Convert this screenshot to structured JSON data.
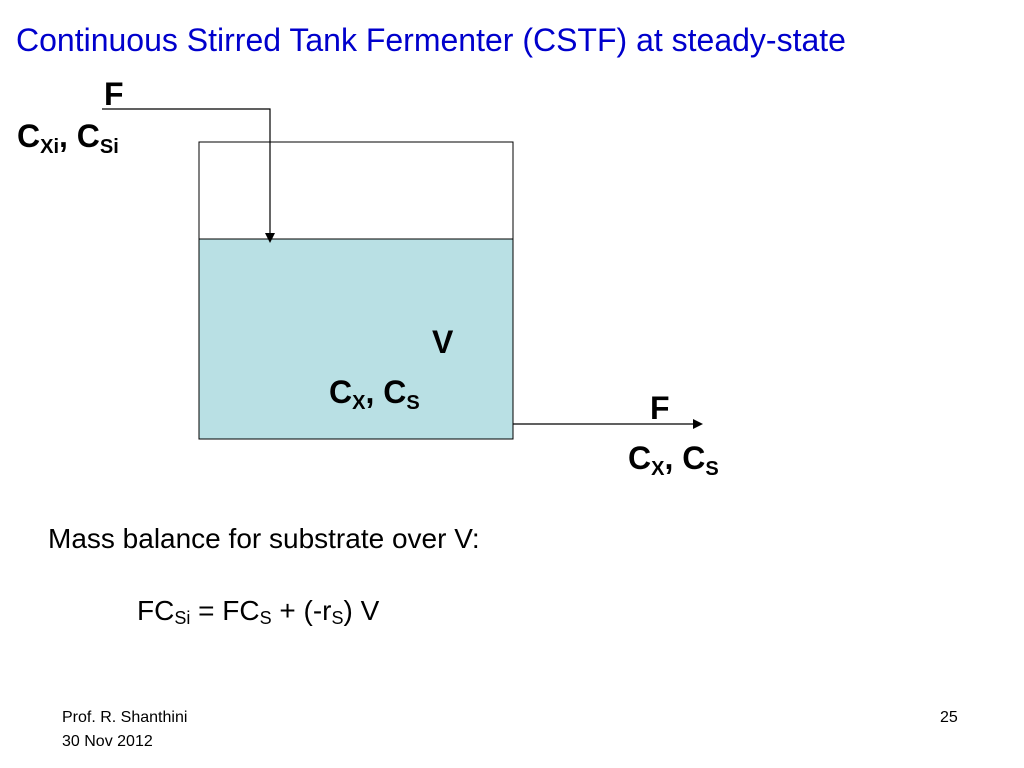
{
  "colors": {
    "title": "#0000cc",
    "liquid": "#b9e0e4",
    "tank_outline": "#000000",
    "stream_line": "#000000"
  },
  "title": "Continuous Stirred Tank Fermenter (CSTF) at steady-state",
  "diagram": {
    "inlet": {
      "flow_label": "F",
      "conc_x_main": "C",
      "conc_x_sub": "Xi",
      "separator": ", ",
      "conc_s_main": "C",
      "conc_s_sub": "Si"
    },
    "tank": {
      "volume_label": "V",
      "conc_x_main": "C",
      "conc_x_sub": "X",
      "separator": ", ",
      "conc_s_main": "C",
      "conc_s_sub": "S"
    },
    "outlet": {
      "flow_label": "F",
      "conc_x_main": "C",
      "conc_x_sub": "X",
      "separator": ", ",
      "conc_s_main": "C",
      "conc_s_sub": "S"
    }
  },
  "mass_balance": {
    "heading": "Mass balance for substrate over V:",
    "eq_p1": "FC",
    "eq_s1": "Si",
    "eq_p2": " = FC",
    "eq_s2": "S",
    "eq_p3": " + (-r",
    "eq_s3": "S",
    "eq_p4": ") V"
  },
  "footer": {
    "author": "Prof. R. Shanthini",
    "date": "30 Nov 2012",
    "page_number": "25"
  }
}
